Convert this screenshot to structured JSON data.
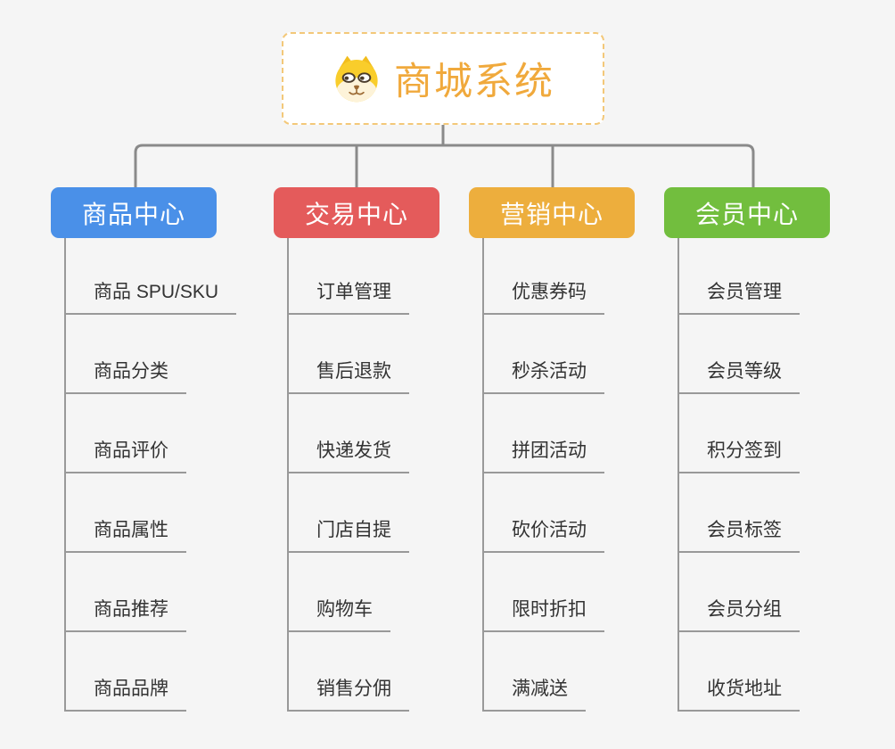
{
  "canvas": {
    "background": "#f5f5f5"
  },
  "connector_color": "#8a8a8a",
  "root": {
    "title": "商城系统",
    "icon": "dog-face-icon",
    "accent_color": "#f0a93c",
    "border_color": "#f3c879"
  },
  "branches": [
    {
      "label": "商品中心",
      "color": "#4a90e8",
      "children": [
        "商品 SPU/SKU",
        "商品分类",
        "商品评价",
        "商品属性",
        "商品推荐",
        "商品品牌"
      ]
    },
    {
      "label": "交易中心",
      "color": "#e45b5b",
      "children": [
        "订单管理",
        "售后退款",
        "快递发货",
        "门店自提",
        "购物车",
        "销售分佣"
      ]
    },
    {
      "label": "营销中心",
      "color": "#edae3d",
      "children": [
        "优惠券码",
        "秒杀活动",
        "拼团活动",
        "砍价活动",
        "限时折扣",
        "满减送"
      ]
    },
    {
      "label": "会员中心",
      "color": "#72be3e",
      "children": [
        "会员管理",
        "会员等级",
        "积分签到",
        "会员标签",
        "会员分组",
        "收货地址"
      ]
    }
  ]
}
